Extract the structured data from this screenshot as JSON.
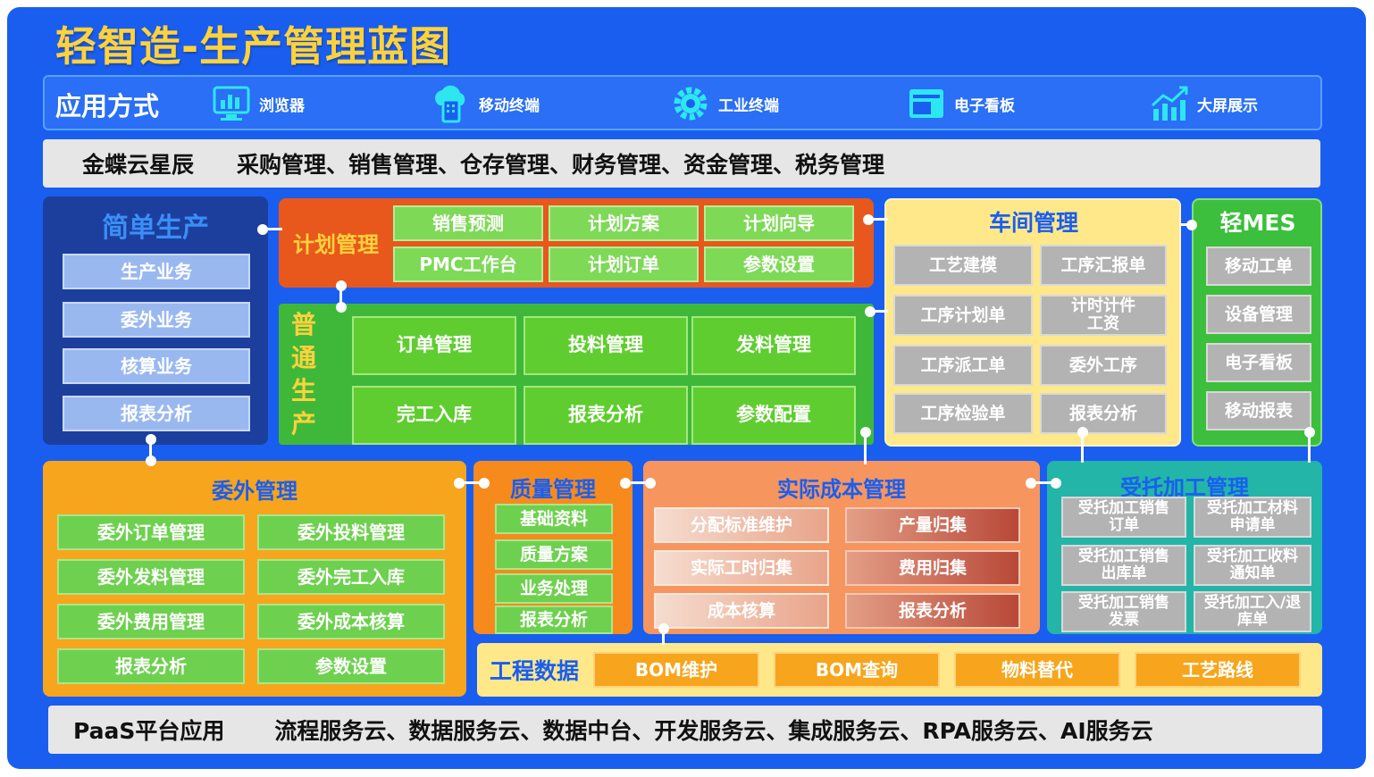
{
  "title": "轻智造-生产管理蓝图",
  "application": {
    "label": "应用方式",
    "items": [
      {
        "label": "浏览器",
        "icon": "monitor-chart-icon"
      },
      {
        "label": "移动终端",
        "icon": "cloud-mobile-icon"
      },
      {
        "label": "工业终端",
        "icon": "gear-icon"
      },
      {
        "label": "电子看板",
        "icon": "board-icon"
      },
      {
        "label": "大屏展示",
        "icon": "bar-chart-icon"
      }
    ]
  },
  "kingdee": {
    "label": "金蝶云星辰",
    "text": "采购管理、销售管理、仓存管理、财务管理、资金管理、税务管理"
  },
  "simple_production": {
    "title": "简单生产",
    "items": [
      "生产业务",
      "委外业务",
      "核算业务",
      "报表分析"
    ]
  },
  "plan_management": {
    "title": "计划管理",
    "items": [
      "销售预测",
      "计划方案",
      "计划向导",
      "PMC工作台",
      "计划订单",
      "参数设置"
    ]
  },
  "normal_production": {
    "title": "普通生产",
    "title_chars": [
      "普",
      "通",
      "生",
      "产"
    ],
    "items": [
      "订单管理",
      "投料管理",
      "发料管理",
      "完工入库",
      "报表分析",
      "参数配置"
    ]
  },
  "workshop": {
    "title": "车间管理",
    "items": [
      "工艺建模",
      "工序汇报单",
      "工序计划单",
      "计时计件工资",
      "工序派工单",
      "委外工序",
      "工序检验单",
      "报表分析"
    ]
  },
  "light_mes": {
    "title": "轻MES",
    "items": [
      "移动工单",
      "设备管理",
      "电子看板",
      "移动报表"
    ]
  },
  "outsourcing": {
    "title": "委外管理",
    "items": [
      "委外订单管理",
      "委外投料管理",
      "委外发料管理",
      "委外完工入库",
      "委外费用管理",
      "委外成本核算",
      "报表分析",
      "参数设置"
    ]
  },
  "quality": {
    "title": "质量管理",
    "items": [
      "基础资料",
      "质量方案",
      "业务处理",
      "报表分析"
    ]
  },
  "actual_cost": {
    "title": "实际成本管理",
    "items": [
      "分配标准维护",
      "产量归集",
      "实际工时归集",
      "费用归集",
      "成本核算",
      "报表分析"
    ]
  },
  "entrusted": {
    "title": "受托加工管理",
    "items": [
      "受托加工销售订单",
      "受托加工材料申请单",
      "受托加工销售出库单",
      "受托加工收料通知单",
      "受托加工销售发票",
      "受托加工入/退库单"
    ]
  },
  "engineering": {
    "title": "工程数据",
    "items": [
      "BOM维护",
      "BOM查询",
      "物料替代",
      "工艺路线"
    ]
  },
  "paas": {
    "label": "PaaS平台应用",
    "text": "流程服务云、数据服务云、数据中台、开发服务云、集成服务云、RPA服务云、AI服务云"
  },
  "colors": {
    "frame": "#1a5ef0",
    "title": "#ffd23c",
    "plan": "#e8571c",
    "green": "#3fb83a",
    "light_green": "#7ed957",
    "workshop": "#ffe88a",
    "mes": "#3cbf3c",
    "outsource": "#f7a51c",
    "quality": "#f78a1c",
    "cost": "#f7955e",
    "entrusted": "#22b5a8"
  }
}
